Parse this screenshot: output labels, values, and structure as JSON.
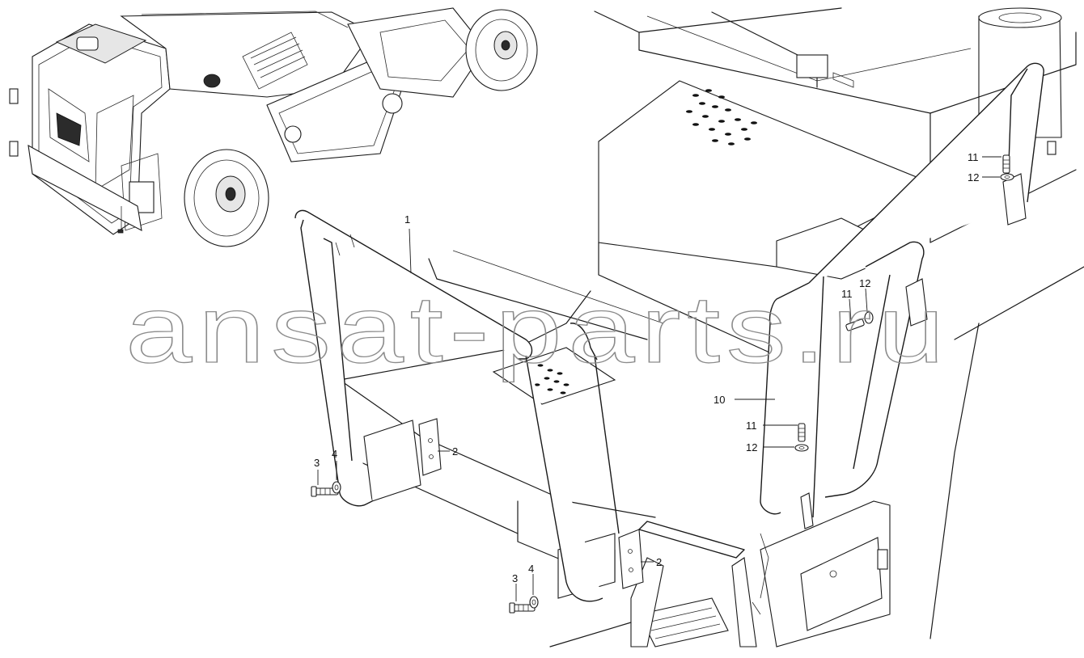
{
  "watermark": "ansat-parts.ru",
  "callouts": [
    {
      "id": "c1",
      "text": "1"
    },
    {
      "id": "c2a",
      "text": "2"
    },
    {
      "id": "c2b",
      "text": "2"
    },
    {
      "id": "c3a",
      "text": "3"
    },
    {
      "id": "c3b",
      "text": "3"
    },
    {
      "id": "c4a",
      "text": "4"
    },
    {
      "id": "c4b",
      "text": "4"
    },
    {
      "id": "c10",
      "text": "10"
    },
    {
      "id": "c11a",
      "text": "11"
    },
    {
      "id": "c11b",
      "text": "11"
    },
    {
      "id": "c11c",
      "text": "11"
    },
    {
      "id": "c12a",
      "text": "12"
    },
    {
      "id": "c12b",
      "text": "12"
    },
    {
      "id": "c12c",
      "text": "12"
    }
  ]
}
